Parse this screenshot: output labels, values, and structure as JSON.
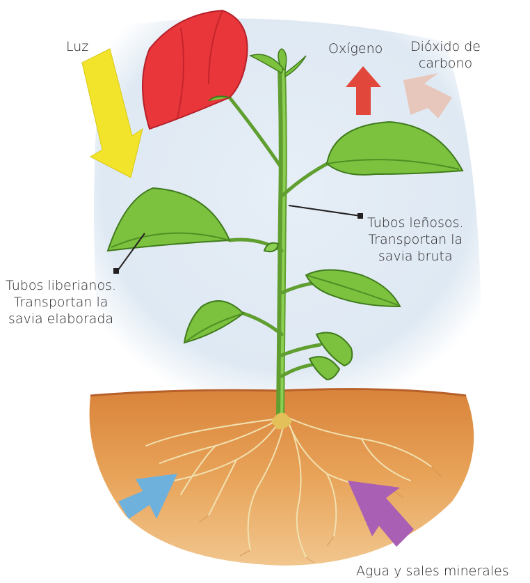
{
  "labels": {
    "light": "Luz",
    "oxygen": "Oxígeno",
    "co2_line1": "Dióxido de",
    "co2_line2": "carbono",
    "xylem_line1": "Tubos leñosos.",
    "xylem_line2": "Transportan la",
    "xylem_line3": "savia bruta",
    "phloem_line1": "Tubos liberianos.",
    "phloem_line2": "Transportan la",
    "phloem_line3": "savia elaborada",
    "water": "Agua y sales minerales"
  },
  "colors": {
    "sky": "#dfe9f3",
    "soil": "#e49a4a",
    "soil_dark": "#c9742c",
    "stem": "#6fae3a",
    "leaf": "#7cc23f",
    "leaf_dark": "#4f8f24",
    "flower": "#e8363a",
    "arrow_light": "#f2e42a",
    "arrow_oxygen": "#e2473b",
    "arrow_co2": "#e7c7bb",
    "arrow_water_blue": "#6fb1dd",
    "arrow_minerals_purple": "#a95fb4",
    "root": "#e9d8a8"
  },
  "icons": [
    "light-arrow-icon",
    "oxygen-arrow-icon",
    "co2-arrow-icon",
    "water-arrow-icon",
    "minerals-arrow-icon"
  ]
}
